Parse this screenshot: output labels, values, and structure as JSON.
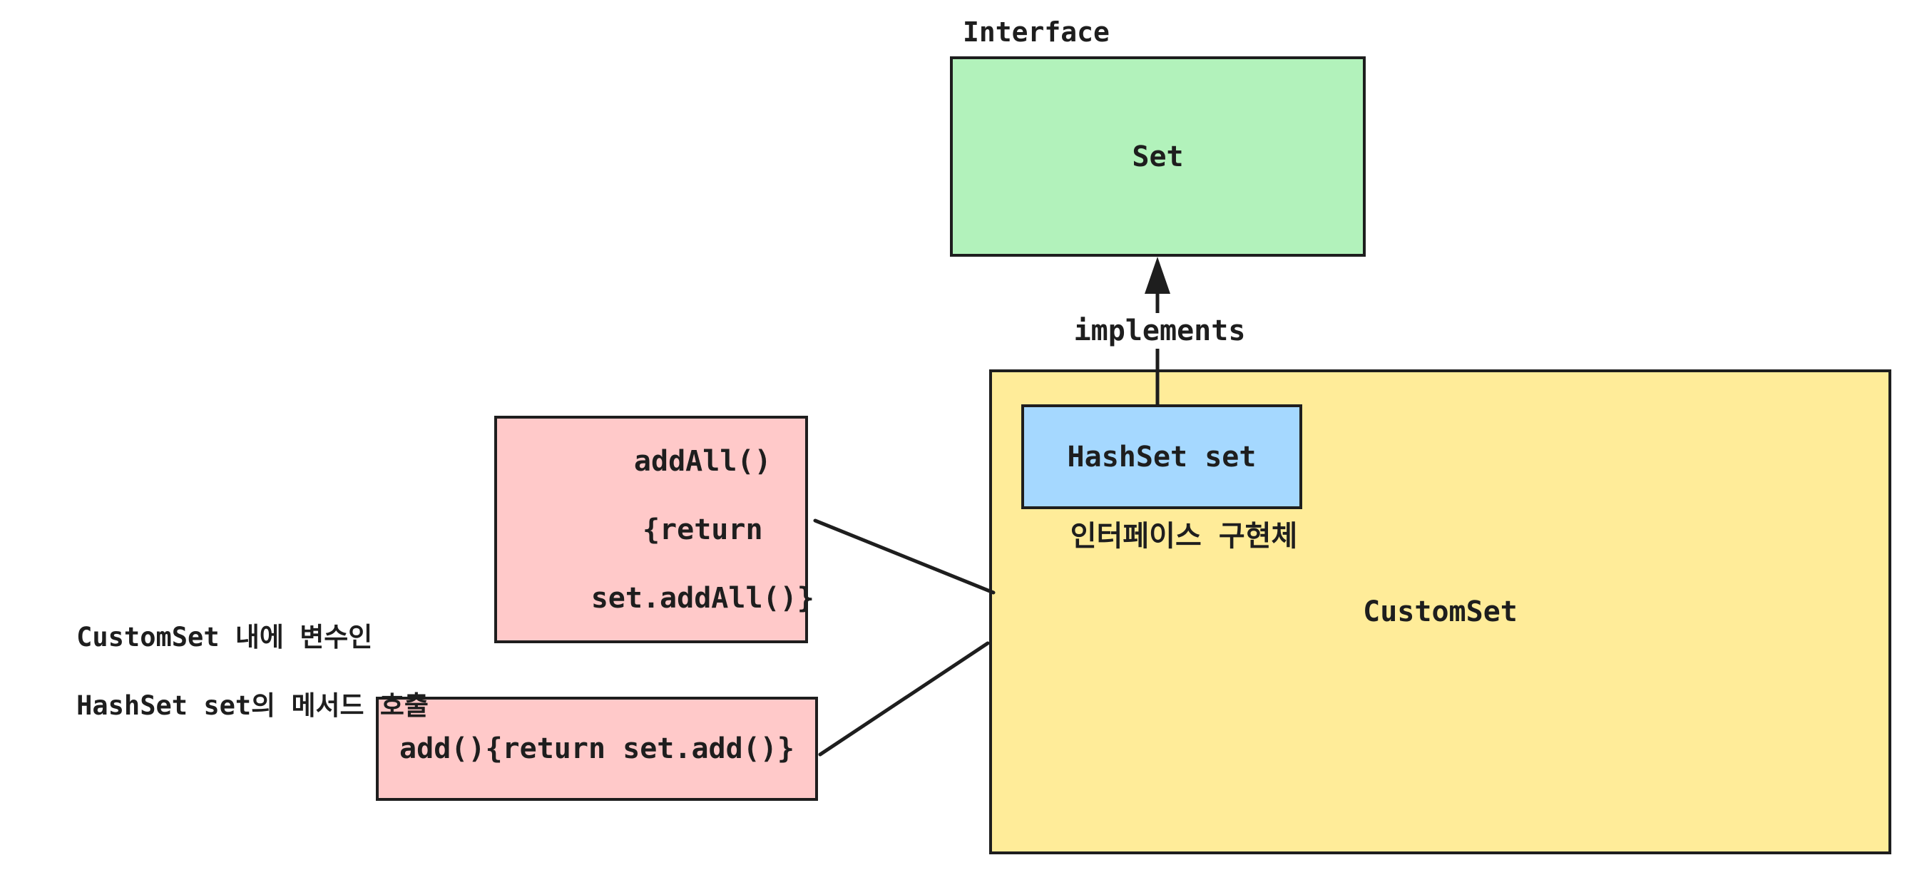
{
  "colors": {
    "stroke": "#1e1e1e",
    "green_fill": "#b2f2bb",
    "yellow_fill": "#ffec99",
    "blue_fill": "#a5d8ff",
    "pink_fill": "#ffc9c9",
    "background": "#ffffff"
  },
  "diagram": {
    "interface_label": "Interface",
    "set_box_label": "Set",
    "implements_label": "implements",
    "customset_box_label": "CustomSet",
    "hashset_box_label": "HashSet set",
    "hashset_caption": "인터페이스 구현체",
    "addall_box_lines": {
      "line1": "addAll()",
      "line2": "{return",
      "line3": "set.addAll()}"
    },
    "add_box_label": "add(){return set.add()}",
    "side_note": {
      "line1": "CustomSet 내에 변수인",
      "line2": "HashSet set의 메서드 호출"
    }
  }
}
